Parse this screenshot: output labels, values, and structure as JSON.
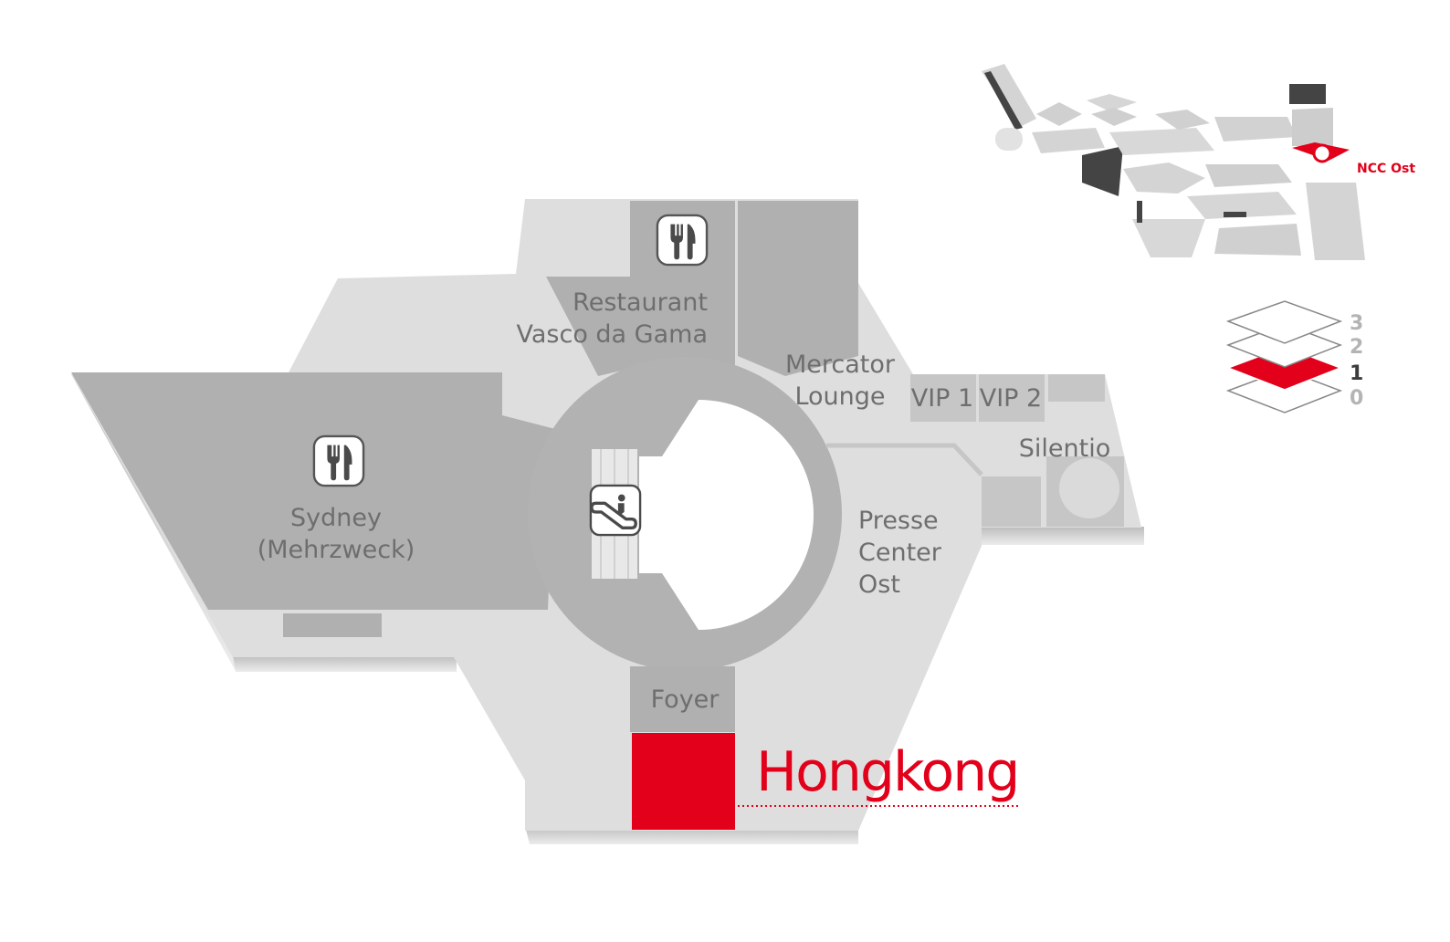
{
  "colors": {
    "floor_light": "#dcdcdc",
    "room_dark": "#b0b0b0",
    "room_mid": "#c6c6c6",
    "accent_red": "#e2001a",
    "label_gray": "#6e6e6e",
    "level_gray": "#b4b4b4"
  },
  "rooms": {
    "sydney": {
      "line1": "Sydney",
      "line2": "(Mehrzweck)"
    },
    "restaurant": {
      "line1": "Restaurant",
      "line2": "Vasco da Gama"
    },
    "mercator": {
      "line1": "Mercator",
      "line2": "Lounge"
    },
    "vip1": "VIP 1",
    "vip2": "VIP 2",
    "silentio": "Silentio",
    "presse": {
      "line1": "Presse",
      "line2": "Center",
      "line3": "Ost"
    },
    "foyer": "Foyer",
    "highlight": "Hongkong"
  },
  "icons": {
    "restaurant": "fork-knife-icon",
    "sydney": "fork-knife-icon",
    "escalator": "escalator-icon"
  },
  "overview": {
    "building_label": "NCC Ost"
  },
  "levels": {
    "items": [
      "3",
      "2",
      "1",
      "0"
    ],
    "active": "1"
  }
}
